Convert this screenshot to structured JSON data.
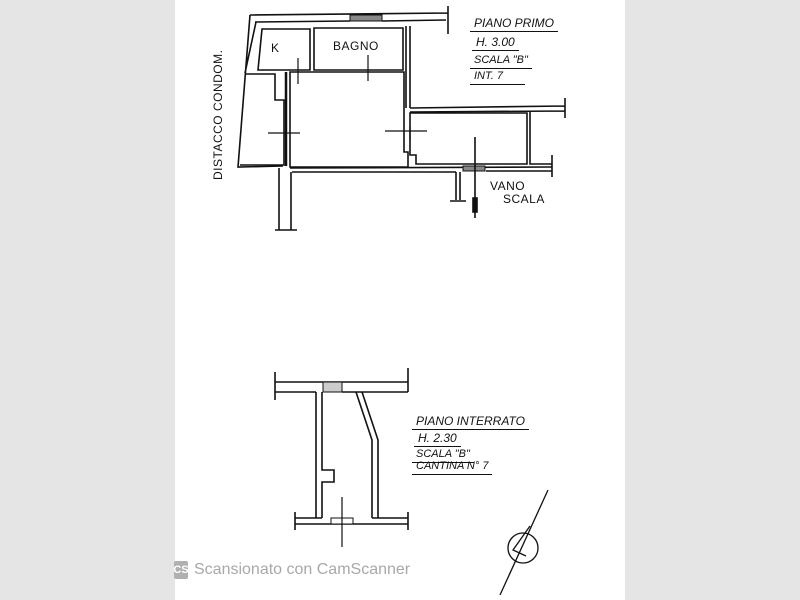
{
  "first_floor": {
    "title": "PIANO PRIMO",
    "height": "H. 3.00",
    "stair": "SCALA \"B\"",
    "unit": "INT. 7",
    "rooms": {
      "kitchen": "K",
      "bathroom": "BAGNO"
    },
    "side_note": "DISTACCO CONDOM.",
    "stairwell": [
      "VANO",
      "SCALA"
    ]
  },
  "basement": {
    "title": "PIANO INTERRATO",
    "height": "H. 2.30",
    "stair": "SCALA \"B\"",
    "unit": "CANTINA N° 7"
  },
  "footer": {
    "logo": "CS",
    "text": "Scansionato con CamScanner"
  },
  "icons": {
    "compass": "north-arrow-icon"
  }
}
